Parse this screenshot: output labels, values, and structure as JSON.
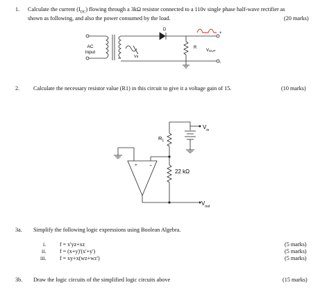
{
  "q1": {
    "number": "1.",
    "line1": "Calculate the current (I",
    "line1_sub": "DC",
    "line1_rest": ") flowing through a 3kΩ resistor connected to a 110v single phase half-wave rectifier as",
    "line2": "shown as following, and also the power consumed by the load.",
    "marks": "(20 marks)",
    "circuit": {
      "ac_label_1": "AC",
      "ac_label_2": "Input",
      "vs_label": "Vs",
      "diode_label": "D",
      "r_label": "R",
      "vout_label": "V",
      "vout_sub": "OUT",
      "plus": "+",
      "minus": "-"
    }
  },
  "q2": {
    "number": "2.",
    "text": "Calculate the necessary resistor value (R1) in this circuit to give it a voltage gain of 15.",
    "marks": "(10 marks)",
    "circuit": {
      "r1_label": "R",
      "r1_sub": "1",
      "vin_label": "V",
      "vin_sub": "in",
      "r2_label": "22 kΩ",
      "vout_label": "V",
      "vout_sub": "out",
      "plus": "+",
      "minus": "−"
    }
  },
  "q3a": {
    "number": "3a.",
    "text": "Simplify the following logic expressions using Boolean Algebra.",
    "items": [
      {
        "num": "i.",
        "expr": "f = x'yz+xz",
        "marks": "(5 marks)"
      },
      {
        "num": "ii.",
        "expr": "f = (x+y)'(x'+y')",
        "marks": "(5 marks)"
      },
      {
        "num": "iii.",
        "expr": "f = xy+x(wz+wz')",
        "marks": "(5 marks)"
      }
    ]
  },
  "q3b": {
    "number": "3b.",
    "text": "Draw the logic circuits of the simplified logic circuits above",
    "marks": "(15 marks)"
  }
}
